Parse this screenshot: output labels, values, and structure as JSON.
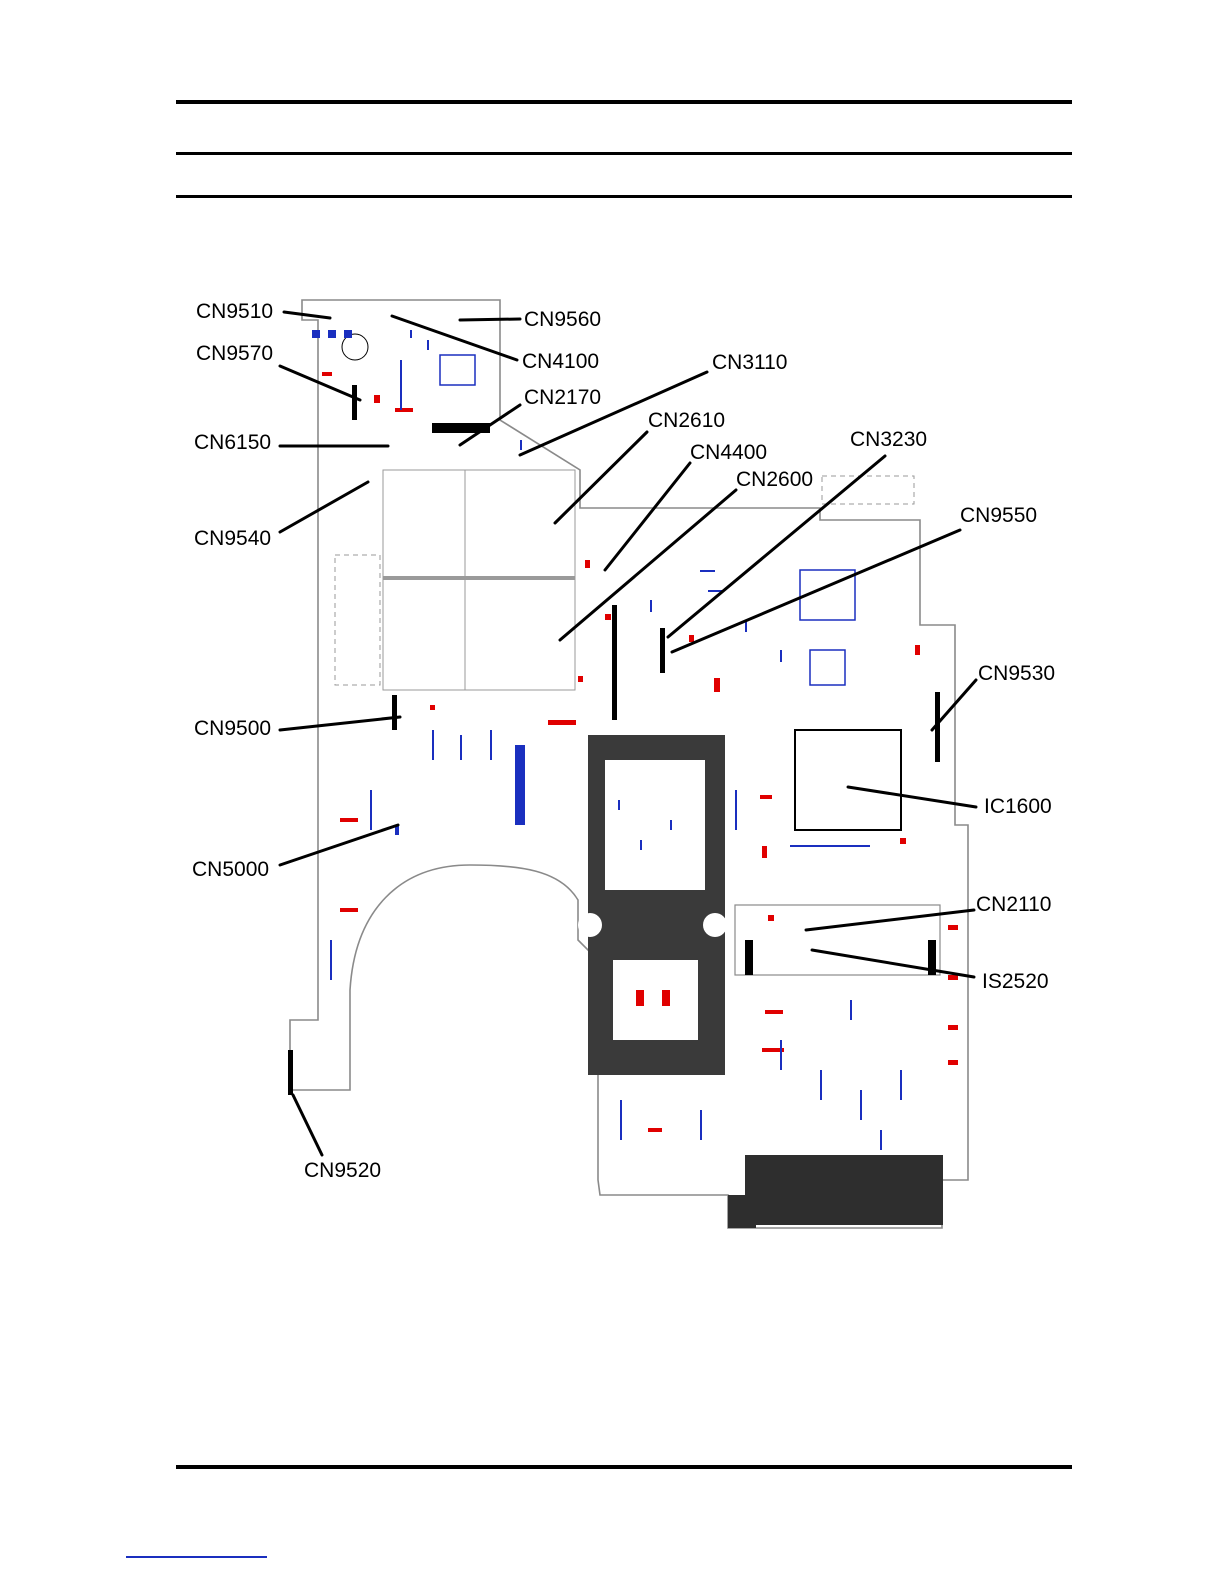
{
  "document": {
    "header_rules": 3,
    "footer_rule": true
  },
  "diagram": {
    "component_labels": [
      "CN9510",
      "CN9560",
      "CN9570",
      "CN4100",
      "CN3110",
      "CN2170",
      "CN2610",
      "CN6150",
      "CN4400",
      "CN3230",
      "CN2600",
      "CN9540",
      "CN9550",
      "CN9530",
      "CN9500",
      "IC1600",
      "CN5000",
      "CN2110",
      "IS2520",
      "CN9520"
    ],
    "colors": {
      "outline": "#8a8a8a",
      "trace_blue": "#1a2fbf",
      "marker_red": "#e00000",
      "connector": "#000000"
    }
  }
}
